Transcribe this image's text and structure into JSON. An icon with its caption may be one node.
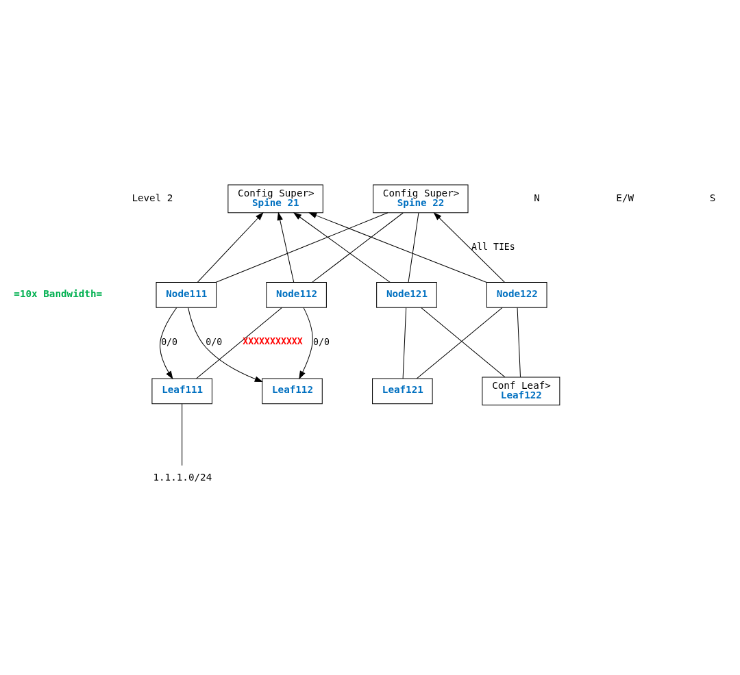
{
  "diagram": {
    "nodes": [
      {
        "text": [
          "Config Super>",
          "Spine 21"
        ]
      },
      {
        "text": [
          "Config Super>",
          "Spine 22"
        ]
      },
      {
        "text": [
          "Node111"
        ]
      },
      {
        "text": [
          "Node112"
        ]
      },
      {
        "text": [
          "Node121"
        ]
      },
      {
        "text": [
          "Node122"
        ]
      },
      {
        "text": [
          "Leaf111"
        ]
      },
      {
        "text": [
          "Leaf112"
        ]
      },
      {
        "text": [
          "Leaf121"
        ]
      },
      {
        "text": [
          "Conf Leaf>",
          "Leaf122"
        ]
      },
      {
        "text": [
          "1.1.1.0/24"
        ]
      }
    ],
    "edges": [
      {
        "from": 2,
        "to": 0,
        "arrow": "to"
      },
      {
        "from": 3,
        "to": 0,
        "arrow": "to"
      },
      {
        "from": 4,
        "to": 0,
        "arrow": "to"
      },
      {
        "from": 5,
        "to": 0,
        "arrow": "to"
      },
      {
        "from": 1,
        "to": 2,
        "arrow": "none"
      },
      {
        "from": 1,
        "to": 3,
        "arrow": "none"
      },
      {
        "from": 1,
        "to": 4,
        "arrow": "none"
      },
      {
        "from": 5,
        "to": 1,
        "arrow": "to",
        "label": "All TIEs"
      },
      {
        "from": 2,
        "to": 6,
        "arrow": "to",
        "label": "0/0"
      },
      {
        "from": 2,
        "to": 7,
        "arrow": "to",
        "label": "0/0"
      },
      {
        "from": 3,
        "to": 6,
        "arrow": "none",
        "label": "XXXXXXXXXXX"
      },
      {
        "from": 3,
        "to": 7,
        "arrow": "to",
        "label": "0/0"
      },
      {
        "from": 4,
        "to": 8,
        "arrow": "none"
      },
      {
        "from": 4,
        "to": 9,
        "arrow": "none"
      },
      {
        "from": 5,
        "to": 8,
        "arrow": "none"
      },
      {
        "from": 5,
        "to": 9,
        "arrow": "none"
      },
      {
        "from": 6,
        "to": 10,
        "arrow": "none"
      }
    ],
    "labels": [
      "Level 2",
      "N",
      "E/W",
      "S",
      "=10x Bandwidth="
    ]
  }
}
